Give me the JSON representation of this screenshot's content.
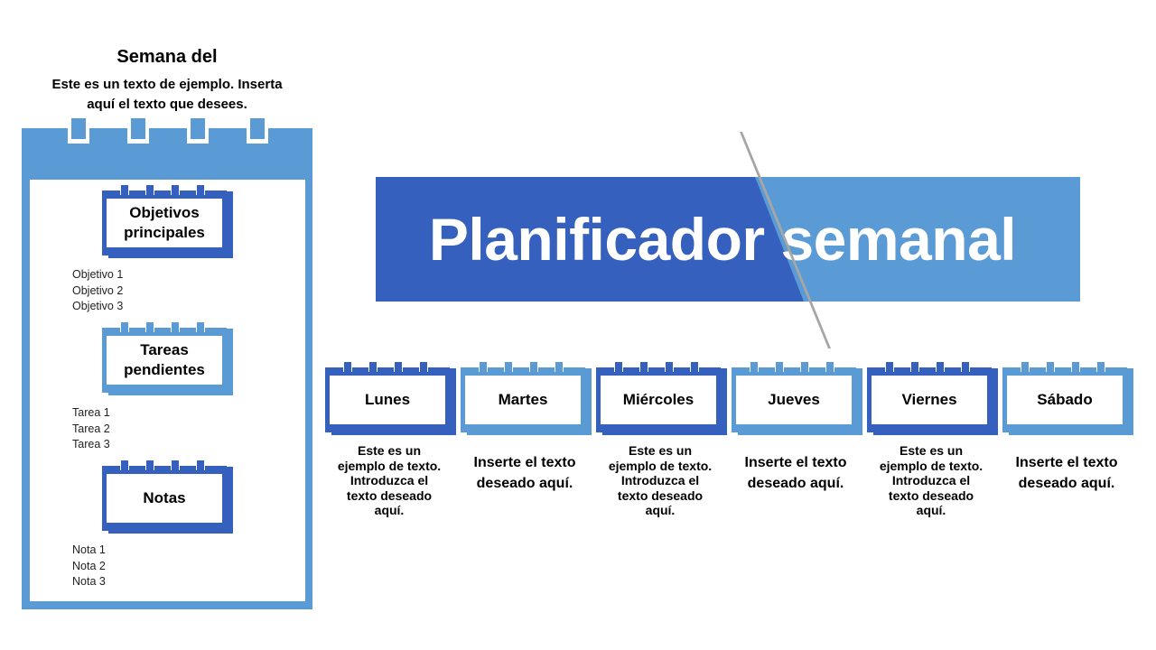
{
  "week_panel": {
    "title": "Semana del",
    "subtitle": "Este es un texto de ejemplo. Inserta aquí el texto que desees.",
    "sections": [
      {
        "heading_line1": "Objetivos",
        "heading_line2": "principales",
        "style": "dark",
        "items": [
          "Objetivo 1",
          "Objetivo 2",
          "Objetivo 3"
        ]
      },
      {
        "heading_line1": "Tareas",
        "heading_line2": "pendientes",
        "style": "light",
        "items": [
          "Tarea 1",
          "Tarea 2",
          "Tarea 3"
        ]
      },
      {
        "heading_line1": "Notas",
        "heading_line2": "",
        "style": "dark",
        "items": [
          "Nota 1",
          "Nota 2",
          "Nota 3"
        ]
      }
    ]
  },
  "banner": {
    "title": "Planificador semanal",
    "colors": {
      "left": "#3560BD",
      "right": "#5B9BD5",
      "divider": "#A6A6A6"
    }
  },
  "days": [
    {
      "name": "Lunes",
      "style": "dark",
      "text": [
        "Este es un",
        "ejemplo de texto.",
        "Introduzca el",
        "texto deseado",
        "aquí."
      ]
    },
    {
      "name": "Martes",
      "style": "light",
      "text": [
        "Inserte el texto",
        "deseado aquí."
      ]
    },
    {
      "name": "Miércoles",
      "style": "dark",
      "text": [
        "Este es un",
        "ejemplo de texto.",
        "Introduzca el",
        "texto deseado",
        "aquí."
      ]
    },
    {
      "name": "Jueves",
      "style": "light",
      "text": [
        "Inserte el texto",
        "deseado aquí."
      ]
    },
    {
      "name": "Viernes",
      "style": "dark",
      "text": [
        "Este es un",
        "ejemplo de texto.",
        "Introduzca el",
        "texto deseado",
        "aquí."
      ]
    },
    {
      "name": "Sábado",
      "style": "light",
      "text": [
        "Inserte el texto",
        "deseado aquí."
      ]
    }
  ],
  "colors": {
    "dark_blue": "#3560BD",
    "light_blue": "#5B9BD5"
  }
}
